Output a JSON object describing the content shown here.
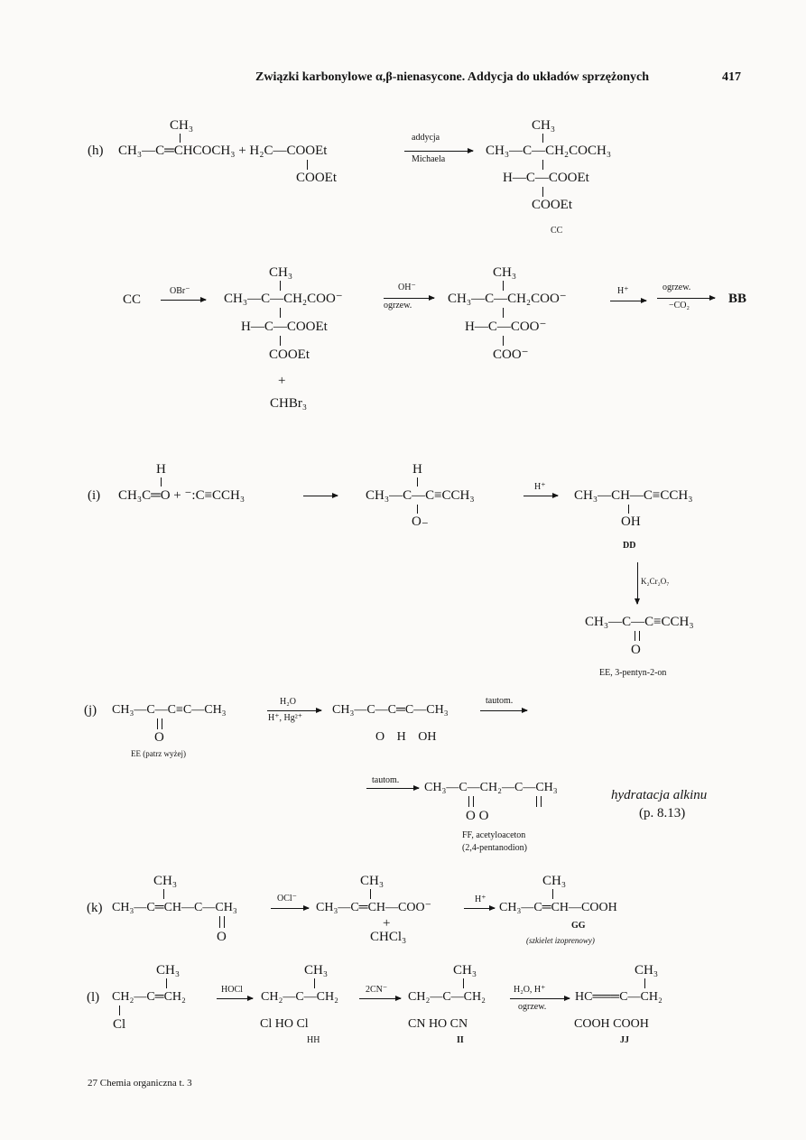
{
  "header": {
    "title": "Związki karbonylowe α,β-nienasycone. Addycja do układów sprzężonych",
    "page_number": "417"
  },
  "footer": {
    "text": "27  Chemia organiczna t. 3"
  },
  "h": {
    "tag": "(h)",
    "r1_ch3": "CH₃",
    "r1_main": "CH₃—C═CHCOCH₃ + H₂C—COOEt",
    "r1_cooet": "COOEt",
    "arrow_top": "addycja",
    "arrow_bot": "Michaela",
    "p_ch3": "CH₃",
    "p_line1": "CH₃—C—CH₂COCH₃",
    "p_line2": "H—C—COOEt",
    "p_cooet": "COOEt",
    "p_label": "CC"
  },
  "h2": {
    "start": "CC",
    "a1": "OBr⁻",
    "m1_ch3": "CH₃",
    "m1_line1": "CH₃—C—CH₂COO⁻",
    "m1_line2": "H—C—COOEt",
    "m1_cooet": "COOEt",
    "plus": "+",
    "chbr3": "CHBr₃",
    "a2_top": "OH⁻",
    "a2_bot": "ogrzew.",
    "m2_ch3": "CH₃",
    "m2_line1": "CH₃—C—CH₂COO⁻",
    "m2_line2": "H—C—COO⁻",
    "m2_coo": "COO⁻",
    "a3": "H⁺",
    "a4_top": "ogrzew.",
    "a4_bot": "−CO₂",
    "end": "BB"
  },
  "i": {
    "tag": "(i)",
    "h1": "H",
    "r1": "CH₃C═O + ⁻:C≡CCH₃",
    "h2": "H",
    "m1": "CH₃—C—C≡CCH₃",
    "o_minus": "O₋",
    "a1": "H⁺",
    "p1": "CH₃—CH—C≡CCH₃",
    "oh": "OH",
    "dd": "DD",
    "ox": "K₂Cr₂O₇",
    "p2": "CH₃—C—C≡CCH₃",
    "p2_o": "O",
    "ee_label": "EE, 3-pentyn-2-on"
  },
  "j": {
    "tag": "(j)",
    "r1": "CH₃—C—C≡C—CH₃",
    "r1_o": "O",
    "ee_ref": "EE (patrz wyżej)",
    "a1_top": "H₂O",
    "a1_bot": "H⁺, Hg²⁺",
    "m1": "CH₃—C—C═C—CH₃",
    "m1_subs": "O   H   OH",
    "a2": "tautom.",
    "a3": "tautom.",
    "p1": "CH₃—C—CH₂—C—CH₃",
    "p1_o": "O                O",
    "ff_label1": "FF, acetyloaceton",
    "ff_label2": "(2,4-pentanodion)",
    "note1": "hydratacja alkinu",
    "note2": "(p. 8.13)"
  },
  "k": {
    "tag": "(k)",
    "r_ch3": "CH₃",
    "r1": "CH₃—C═CH—C—CH₃",
    "r_o": "O",
    "a1": "OCl⁻",
    "m_ch3": "CH₃",
    "m1": "CH₃—C═CH—COO⁻",
    "plus": "+",
    "chcl3": "CHCl₃",
    "a2": "H⁺",
    "p_ch3": "CH₃",
    "p1": "CH₃—C═CH—COOH",
    "gg": "GG",
    "gg_note": "(szkielet izoprenowy)"
  },
  "l": {
    "tag": "(l)",
    "r_ch3": "CH₃",
    "r1": "CH₂—C═CH₂",
    "r_cl": "Cl",
    "a1": "HOCl",
    "m1_ch3": "CH₃",
    "m1": "CH₂—C—CH₂",
    "m1_subs": "Cl   HO   Cl",
    "hh": "HH",
    "a2": "2CN⁻",
    "m2_ch3": "CH₃",
    "m2": "CH₂—C—CH₂",
    "m2_subs": "CN  HO  CN",
    "ii": "II",
    "a3_top": "H₂O, H⁺",
    "a3_bot": "ogrzew.",
    "p_ch3": "CH₃",
    "p1": "HC═══C—CH₂",
    "p_subs": "COOH       COOH",
    "jj": "JJ"
  }
}
